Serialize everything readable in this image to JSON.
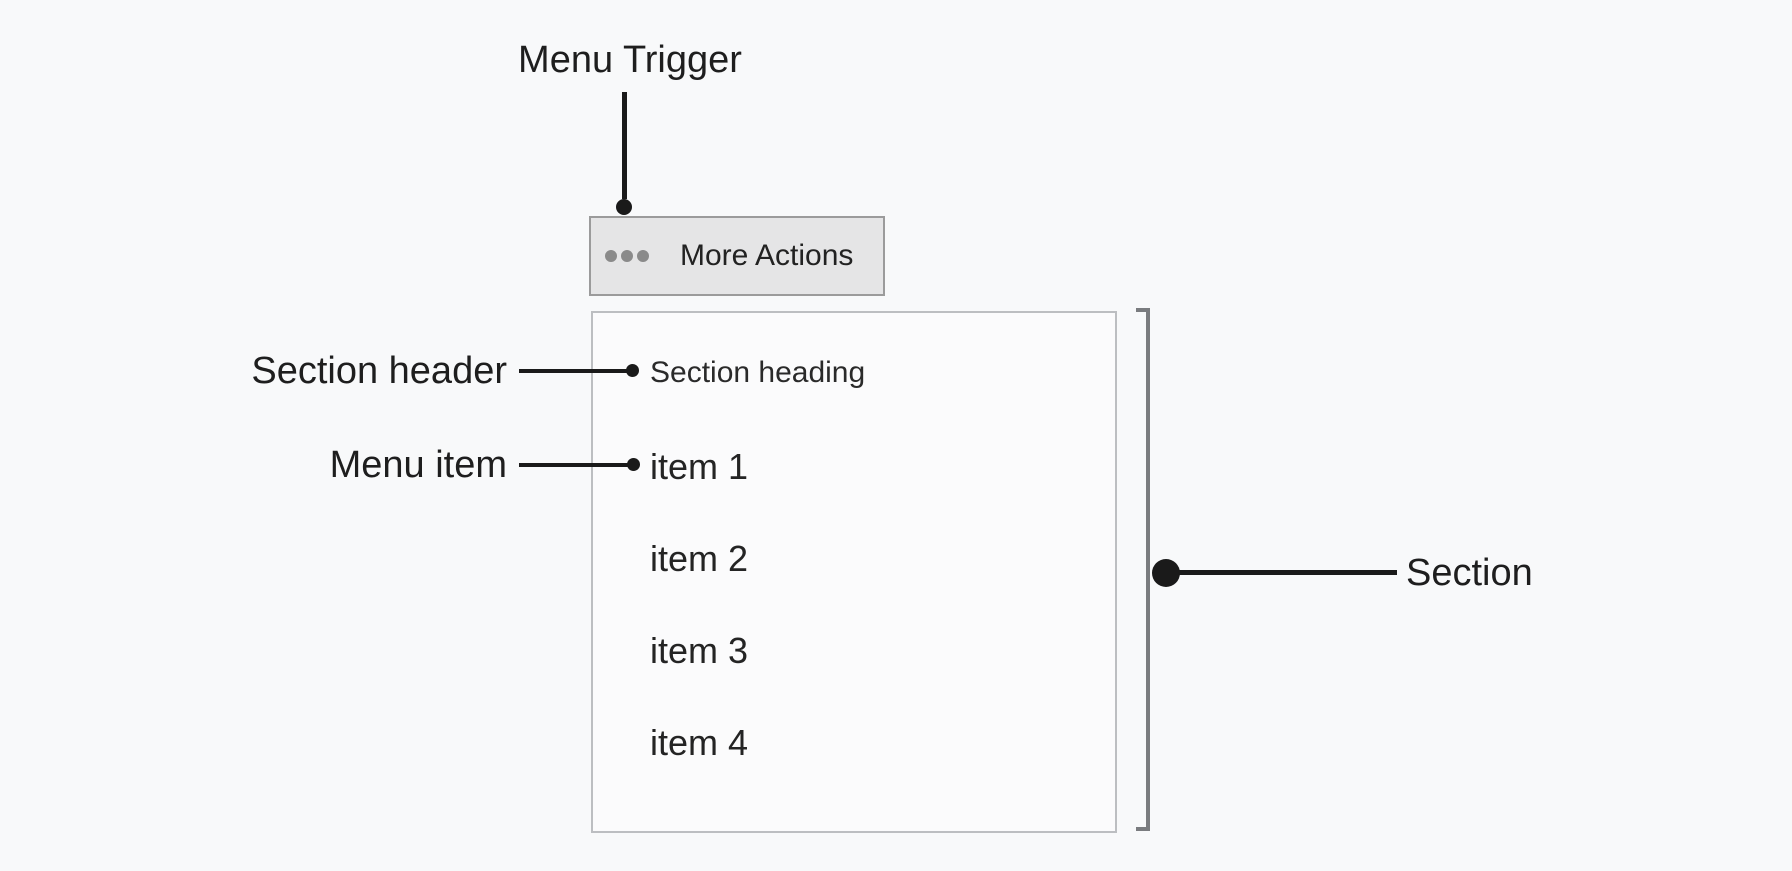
{
  "annotations": {
    "menu_trigger": "Menu Trigger",
    "section_header": "Section header",
    "menu_item": "Menu item",
    "section": "Section",
    "connector_color": "#1a1a1a"
  },
  "trigger_button": {
    "label": "More Actions",
    "icon": "ellipsis-icon",
    "background_color": "#e5e5e6",
    "border_color": "#9b9b9b",
    "icon_dot_color": "#8a8a8a"
  },
  "menu": {
    "section_heading": "Section heading",
    "items": [
      "item 1",
      "item 2",
      "item 3",
      "item 4"
    ],
    "panel_background": "#fbfbfc",
    "panel_border_color": "#bcbec1",
    "bracket_color": "#7a7c7f"
  },
  "page": {
    "background": "#f8f9fa"
  }
}
